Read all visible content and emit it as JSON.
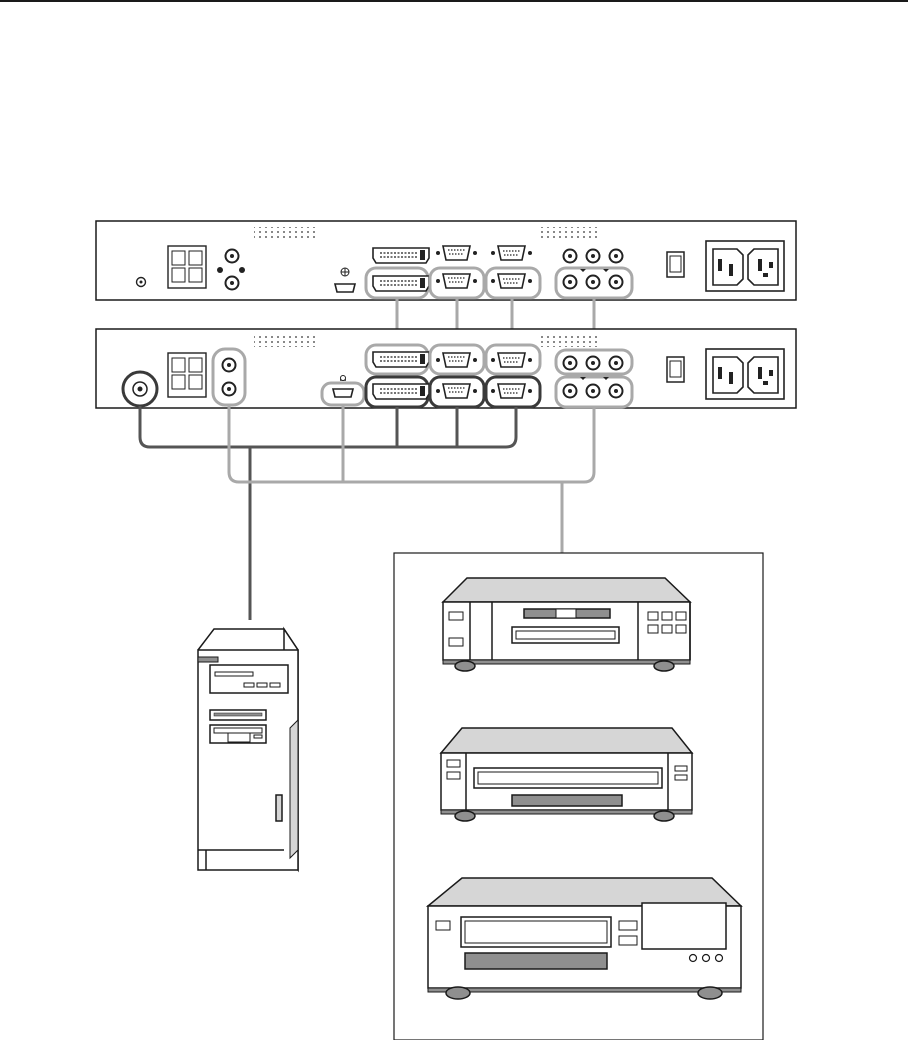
{
  "figure": {
    "kind": "connection-diagram",
    "upper_unit": {
      "ports_left": [
        "speaker-terminal",
        "rca-audio-pair",
        "ground-screw"
      ],
      "ports_center": [
        "hdmi-port",
        "dvi-in-port",
        "dvi-out-port",
        "vga-in-port",
        "vga-out-port",
        "serial-in-port",
        "serial-out-port"
      ],
      "ports_right": [
        "component-video-rca-group"
      ],
      "power": [
        "power-switch",
        "ac-inlet",
        "ac-outlet"
      ]
    },
    "lower_unit": {
      "ports_left": [
        "coax-bnc-port",
        "speaker-terminal",
        "rca-audio-pair"
      ],
      "ports_center": [
        "hdmi-port",
        "dvi-in-port",
        "dvi-out-port",
        "vga-in-port",
        "vga-out-port",
        "serial-in-port",
        "serial-out-port"
      ],
      "ports_right": [
        "component-video-rca-group"
      ],
      "power": [
        "power-switch",
        "ac-inlet",
        "ac-outlet"
      ]
    },
    "devices": [
      "pc-tower",
      "dvd-player",
      "vcr",
      "av-receiver"
    ],
    "colors": {
      "line": "#1a1a1a",
      "loop_cable": "#a9a9a9",
      "av_cable": "#a9a9a9",
      "pc_cable": "#555555",
      "panel_fill": "#ffffff",
      "device_shade": "#d6d6d6",
      "device_dark": "#8f8f8f"
    }
  }
}
